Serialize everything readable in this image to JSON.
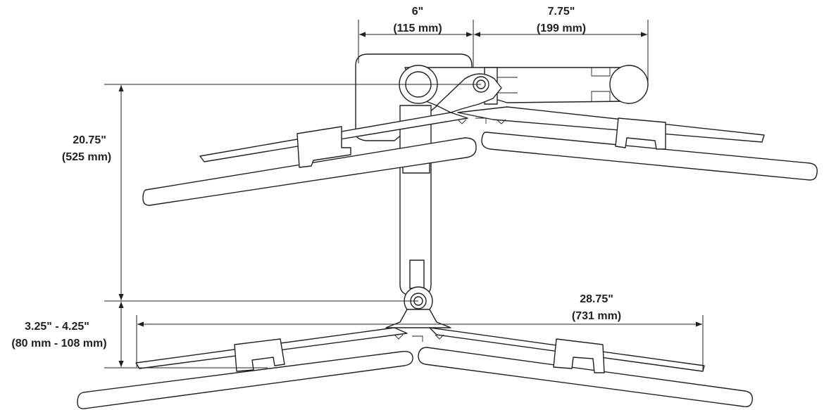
{
  "dimensions": {
    "top_left": {
      "imperial": "6\"",
      "metric": "(115 mm)"
    },
    "top_right": {
      "imperial": "7.75\"",
      "metric": "(199 mm)"
    },
    "height": {
      "imperial": "20.75\"",
      "metric": "(525 mm)"
    },
    "base_offset": {
      "imperial": "3.25\" - 4.25\"",
      "metric": "(80 mm - 108 mm)"
    },
    "width": {
      "imperial": "28.75\"",
      "metric": "(731 mm)"
    }
  },
  "colors": {
    "line": "#231f20",
    "background": "#ffffff"
  }
}
